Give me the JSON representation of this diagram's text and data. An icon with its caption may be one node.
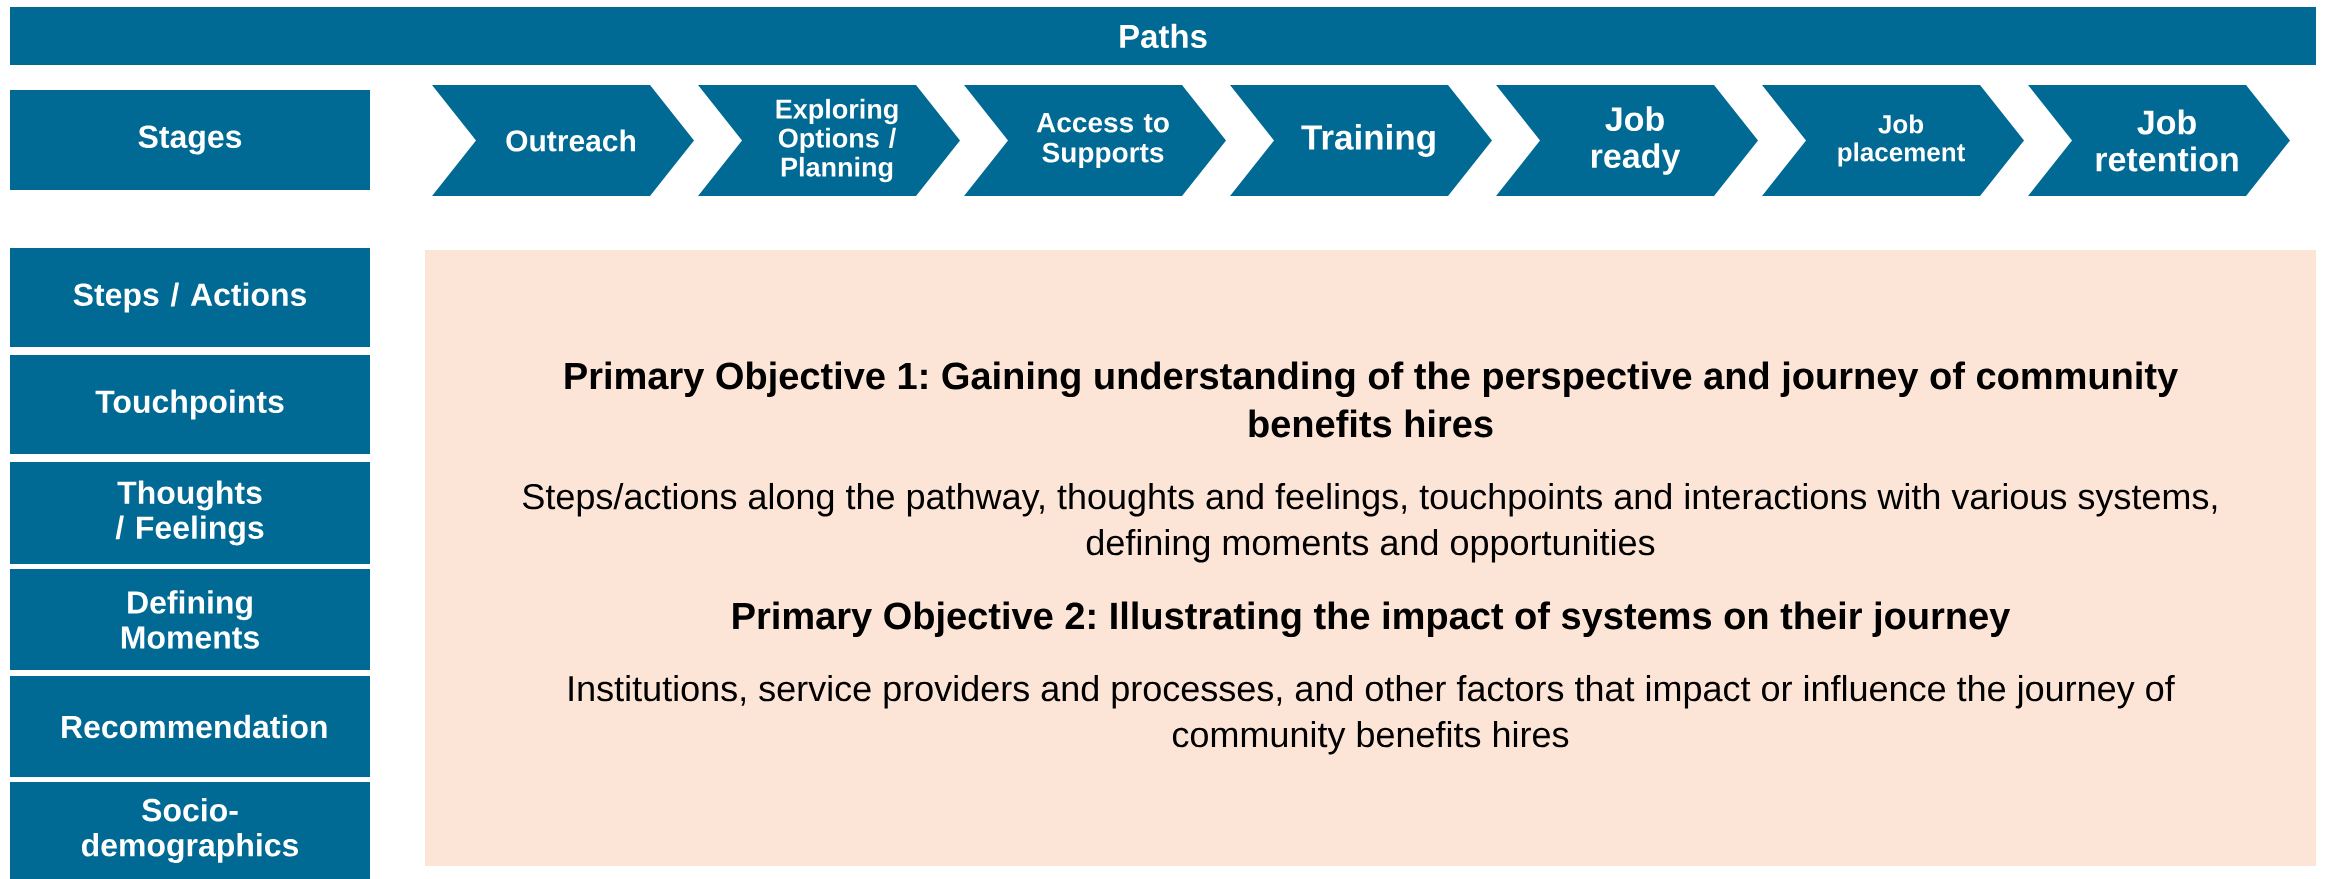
{
  "diagram": {
    "nodes": [
      {
        "text": [
          "Paths"
        ]
      },
      {
        "text": [
          "Stages"
        ]
      },
      {
        "text": [
          "Outreach"
        ]
      },
      {
        "text": [
          "Exploring Options / Planning"
        ]
      },
      {
        "text": [
          "Access to Supports"
        ]
      },
      {
        "text": [
          "Training"
        ]
      },
      {
        "text": [
          "Job ready"
        ]
      },
      {
        "text": [
          "Job placement"
        ]
      },
      {
        "text": [
          "Job retention"
        ]
      },
      {
        "text": [
          "Steps / Actions"
        ]
      },
      {
        "text": [
          "Touchpoints"
        ]
      },
      {
        "text": [
          "Thoughts / Feelings"
        ]
      },
      {
        "text": [
          "Defining Moments"
        ]
      },
      {
        "text": [
          "Recommendation"
        ]
      },
      {
        "text": [
          "Socio-demographics"
        ]
      },
      {
        "text": [
          "Primary Objective 1: Gaining understanding of the perspective and journey of community benefits hires",
          "Steps/actions along the pathway, thoughts and feelings, touchpoints and interactions with various systems, defining moments and opportunities",
          "Primary Objective 2: Illustrating the impact of systems on their journey",
          "Institutions, service providers and processes, and other factors that impact or influence the journey of community benefits hires"
        ]
      }
    ]
  }
}
